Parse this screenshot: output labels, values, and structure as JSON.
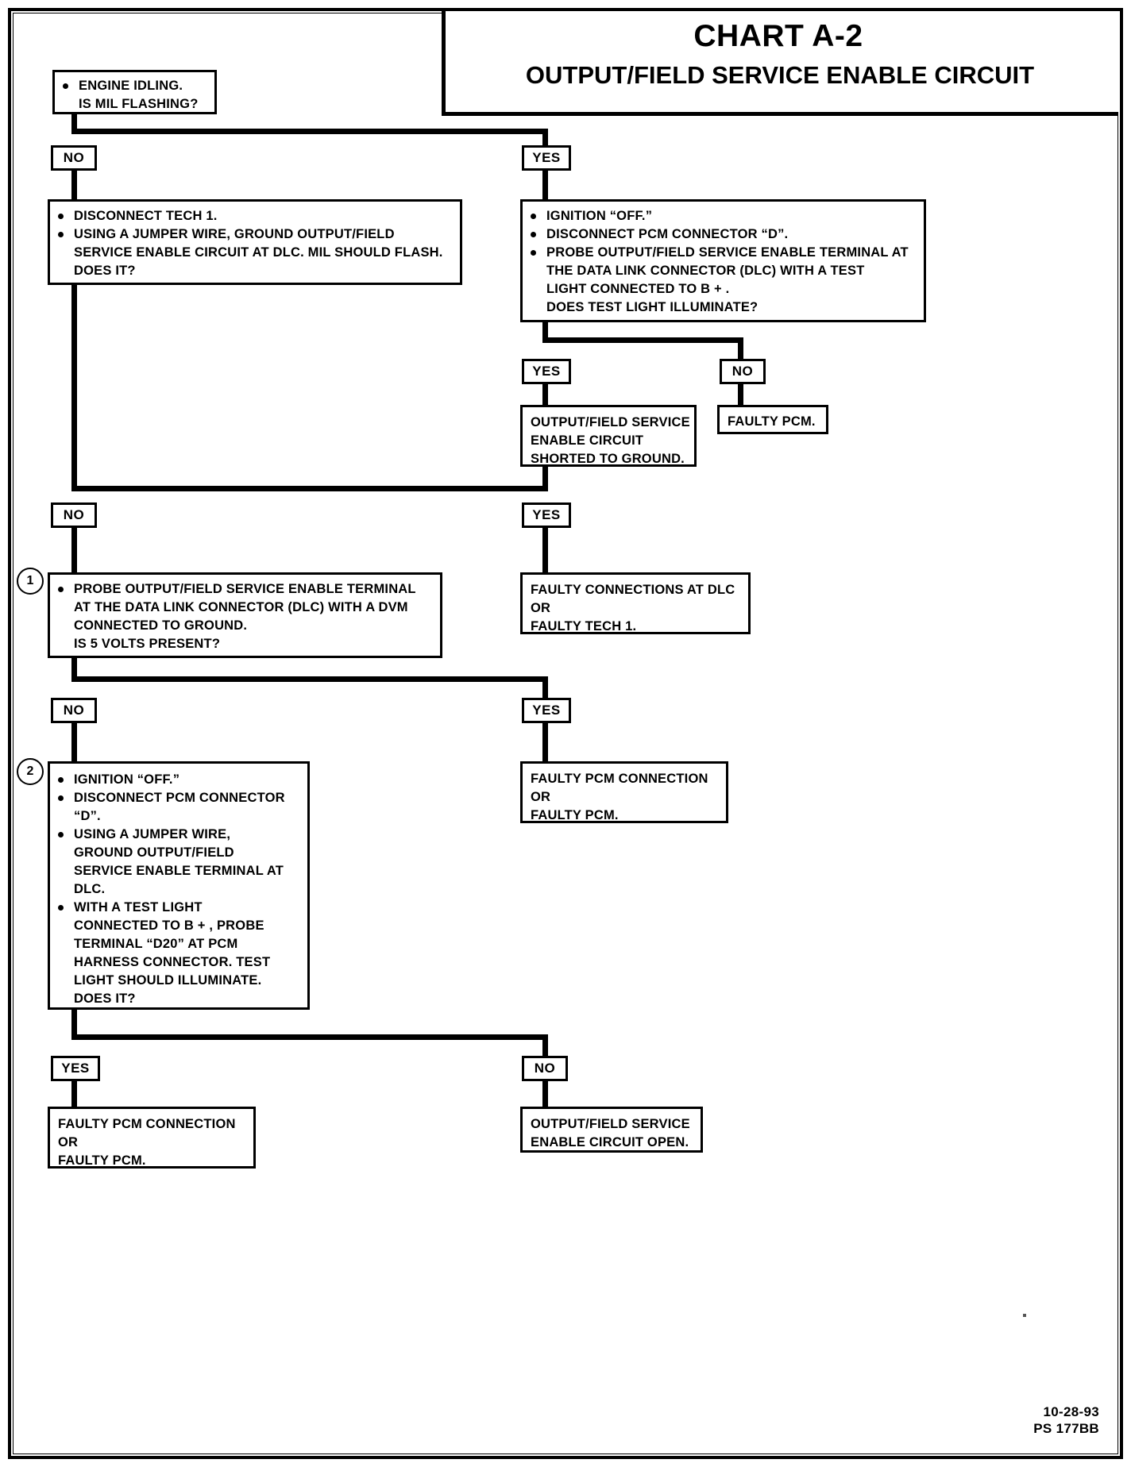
{
  "header": {
    "title": "CHART A-2",
    "subtitle": "OUTPUT/FIELD SERVICE ENABLE CIRCUIT"
  },
  "labels": {
    "yes": "YES",
    "no": "NO",
    "step1": "1",
    "step2": "2"
  },
  "nodes": {
    "start": {
      "lines": [
        "ENGINE IDLING.",
        "IS MIL FLASHING?"
      ]
    },
    "left_test_1": {
      "lines": [
        "DISCONNECT TECH 1.",
        "USING A JUMPER WIRE, GROUND OUTPUT/FIELD",
        "SERVICE ENABLE CIRCUIT AT DLC.  MIL SHOULD FLASH.",
        "DOES IT?"
      ]
    },
    "right_test_1": {
      "lines": [
        "IGNITION “OFF.”",
        "DISCONNECT PCM CONNECTOR “D”.",
        "PROBE OUTPUT/FIELD SERVICE ENABLE TERMINAL AT",
        "THE DATA LINK CONNECTOR (DLC) WITH A TEST",
        "LIGHT CONNECTED TO B + .",
        "DOES TEST LIGHT ILLUMINATE?"
      ]
    },
    "shorted_to_ground": {
      "lines": [
        "OUTPUT/FIELD SERVICE",
        "ENABLE CIRCUIT",
        "SHORTED TO GROUND."
      ]
    },
    "faulty_pcm_small": {
      "lines": [
        "FAULTY PCM."
      ]
    },
    "probe_dvm": {
      "lines": [
        "PROBE OUTPUT/FIELD SERVICE ENABLE TERMINAL",
        "AT THE DATA LINK CONNECTOR (DLC) WITH A DVM",
        "CONNECTED TO GROUND.",
        "IS 5 VOLTS PRESENT?"
      ]
    },
    "faulty_connections_dlc": {
      "lines": [
        "FAULTY CONNECTIONS AT DLC",
        "OR",
        "FAULTY TECH 1."
      ]
    },
    "ignition_off_test": {
      "lines": [
        "IGNITION “OFF.”",
        "DISCONNECT PCM CONNECTOR",
        "“D”.",
        "USING A JUMPER WIRE,",
        "GROUND OUTPUT/FIELD",
        "SERVICE ENABLE TERMINAL AT",
        "DLC.",
        "WITH A TEST LIGHT",
        "CONNECTED TO B + , PROBE",
        "TERMINAL “D20” AT PCM",
        "HARNESS CONNECTOR.  TEST",
        "LIGHT SHOULD ILLUMINATE.",
        "DOES IT?"
      ]
    },
    "faulty_pcm_connection_mid": {
      "lines": [
        "FAULTY PCM CONNECTION",
        "OR",
        "FAULTY PCM."
      ]
    },
    "faulty_pcm_connection_bottom": {
      "lines": [
        "FAULTY PCM CONNECTION",
        "OR",
        "FAULTY PCM."
      ]
    },
    "circuit_open": {
      "lines": [
        "OUTPUT/FIELD SERVICE",
        "ENABLE CIRCUIT OPEN."
      ]
    }
  },
  "footer": {
    "date": "10-28-93",
    "code": "PS 177BB"
  }
}
